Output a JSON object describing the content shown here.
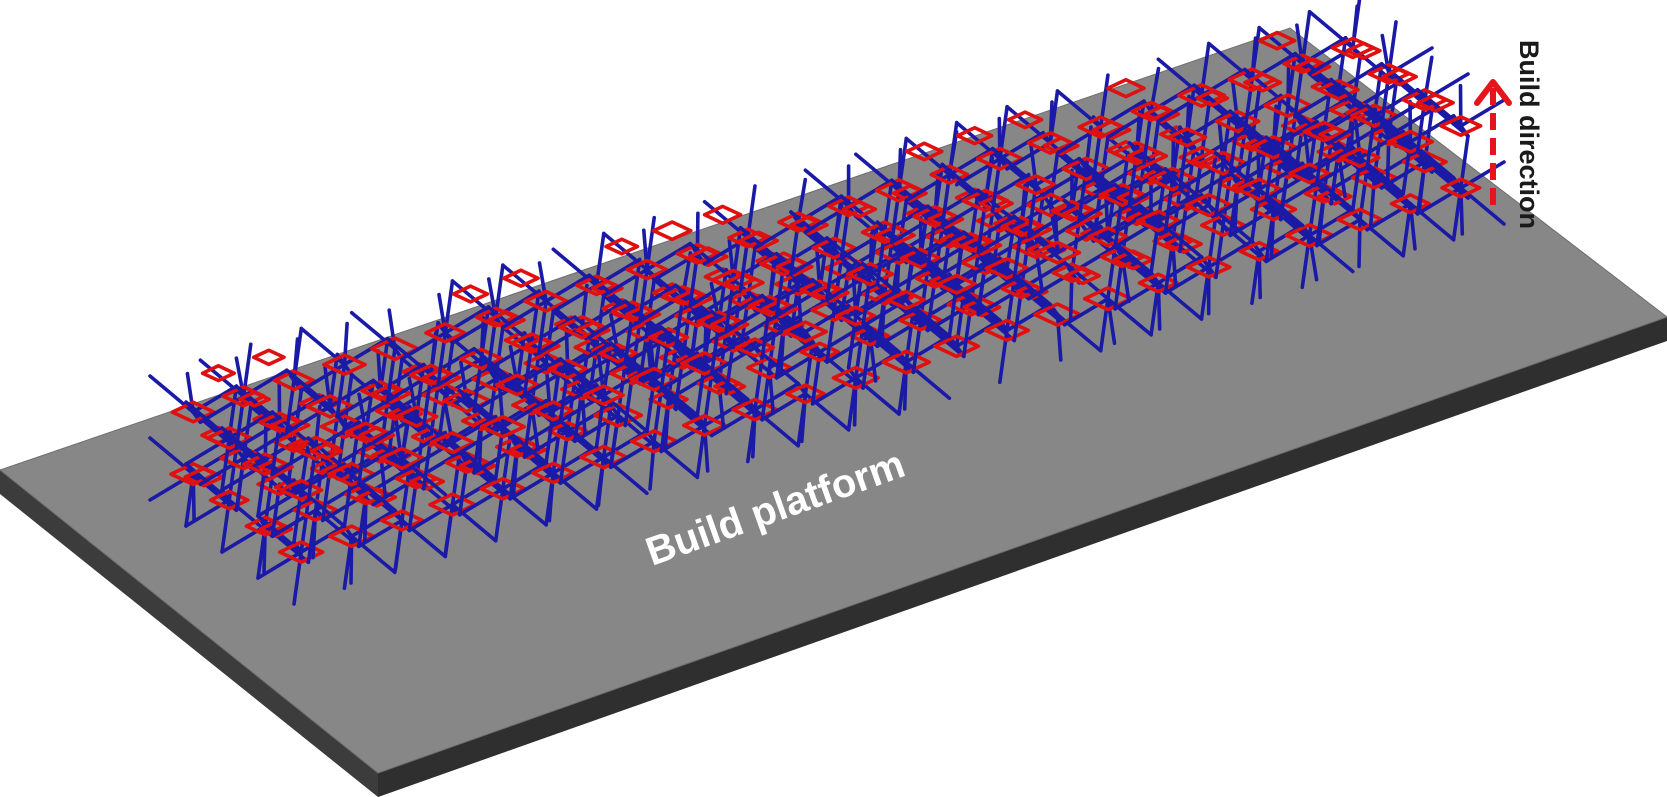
{
  "figure": {
    "platform_label": "Build platform",
    "direction_label": "Build direction"
  },
  "colors": {
    "platform_top": "#878787",
    "platform_side": "#3c3c3c",
    "platform_edge": "#5a5a5a",
    "lattice_strut": "#1a1aa6",
    "lattice_ring": "#e01010",
    "arrow": "#e8141c"
  },
  "lattice": {
    "columns": 24,
    "rows": 4,
    "layers": 2
  }
}
